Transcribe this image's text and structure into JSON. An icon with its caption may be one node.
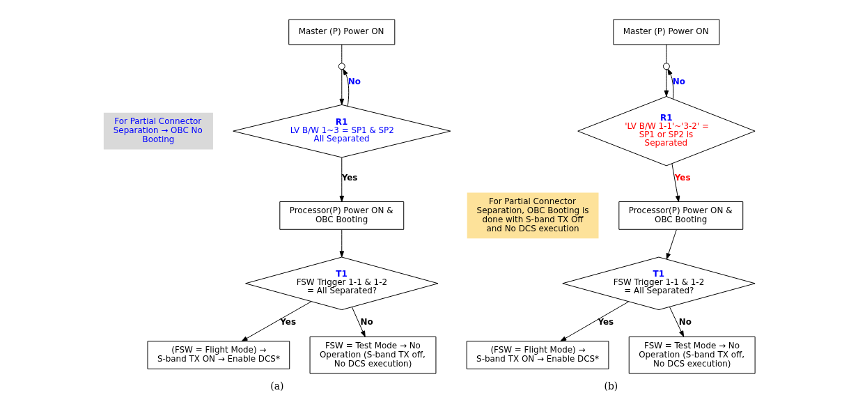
{
  "diagram": {
    "nodes": [
      {
        "text": [
          "Master (P) Power ON"
        ]
      },
      {
        "text": [],
        "shape": "circle"
      },
      {
        "text": [
          "R1",
          "LV B/W 1~3 = SP1 & SP2 All Separated"
        ]
      },
      {
        "text": [
          "Processor(P) Power ON & OBC Booting"
        ]
      },
      {
        "text": [
          "T1",
          "FSW Trigger 1-1 & 1-2 = All Separated?"
        ]
      },
      {
        "text": [
          "(FSW = Flight Mode) → S-band TX ON → Enable DCS*"
        ]
      },
      {
        "text": [
          "FSW = Test Mode → No Operation (S-band TX off, No DCS execution)"
        ]
      },
      {
        "text": [
          "For Partial Connector Separation → OBC No Booting"
        ]
      },
      {
        "text": [
          "Master (P) Power ON"
        ]
      },
      {
        "text": [],
        "shape": "circle"
      },
      {
        "text": [
          "R1",
          "'LV B/W 1-1'~'3-2' = SP1 or SP2 is Separated"
        ]
      },
      {
        "text": [
          "Processor(P) Power ON & OBC Booting"
        ]
      },
      {
        "text": [
          "T1",
          "FSW Trigger 1-1 & 1-2 = All Separated?"
        ]
      },
      {
        "text": [
          "(FSW = Flight Mode) → S-band TX ON → Enable DCS*"
        ]
      },
      {
        "text": [
          "FSW = Test Mode → No Operation (S-band TX off, No DCS execution)"
        ]
      },
      {
        "text": [
          "For Partial Connector Separation, OBC Booting is done with S-band TX Off and No DCS execution"
        ]
      }
    ],
    "edges": [
      {
        "from": 0,
        "to": 1,
        "arrow": "none"
      },
      {
        "from": 1,
        "to": 2,
        "arrow": "to"
      },
      {
        "from": 2,
        "to": 1,
        "arrow": "to",
        "label": "No"
      },
      {
        "from": 2,
        "to": 3,
        "arrow": "to",
        "label": "Yes"
      },
      {
        "from": 3,
        "to": 4,
        "arrow": "to"
      },
      {
        "from": 4,
        "to": 5,
        "arrow": "to",
        "label": "Yes"
      },
      {
        "from": 4,
        "to": 6,
        "arrow": "to",
        "label": "No"
      },
      {
        "from": 8,
        "to": 9,
        "arrow": "none"
      },
      {
        "from": 9,
        "to": 10,
        "arrow": "to"
      },
      {
        "from": 10,
        "to": 9,
        "arrow": "to",
        "label": "No"
      },
      {
        "from": 10,
        "to": 11,
        "arrow": "to",
        "label": "Yes"
      },
      {
        "from": 11,
        "to": 12,
        "arrow": "to"
      },
      {
        "from": 12,
        "to": 13,
        "arrow": "to",
        "label": "Yes"
      },
      {
        "from": 12,
        "to": 14,
        "arrow": "to",
        "label": "No"
      }
    ],
    "labels": [
      "(a)",
      "(b)"
    ]
  }
}
